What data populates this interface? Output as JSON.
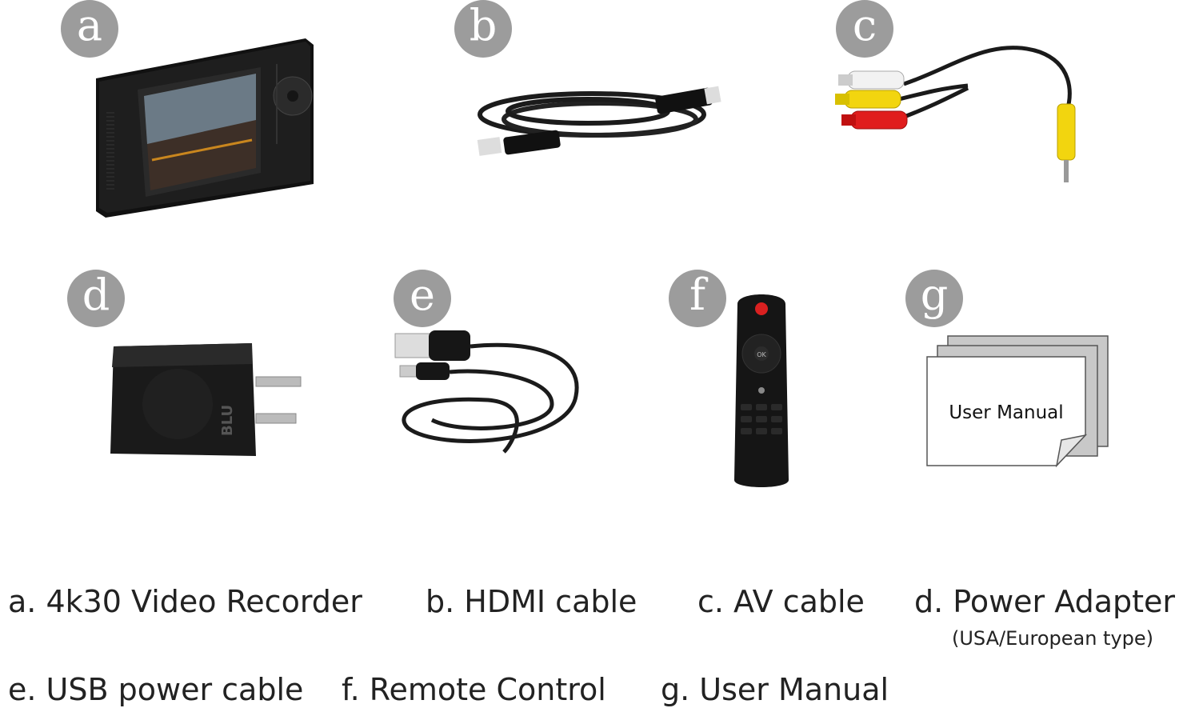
{
  "items": [
    {
      "letter": "a",
      "caption": "a. 4k30 Video Recorder"
    },
    {
      "letter": "b",
      "caption": "b. HDMI cable"
    },
    {
      "letter": "c",
      "caption": "c. AV cable"
    },
    {
      "letter": "d",
      "caption": "d. Power Adapter",
      "note": "(USA/European type)"
    },
    {
      "letter": "e",
      "caption": "e. USB power cable"
    },
    {
      "letter": "f",
      "caption": "f. Remote Control"
    },
    {
      "letter": "g",
      "caption": "g. User Manual"
    }
  ],
  "manual_cover_text": "User Manual",
  "adapter_brand": "BLU",
  "remote_ok_label": "OK",
  "colors": {
    "badge": "#9c9c9c",
    "device": "#141414",
    "av_yellow": "#f2d50f",
    "av_red": "#e01d1d"
  }
}
